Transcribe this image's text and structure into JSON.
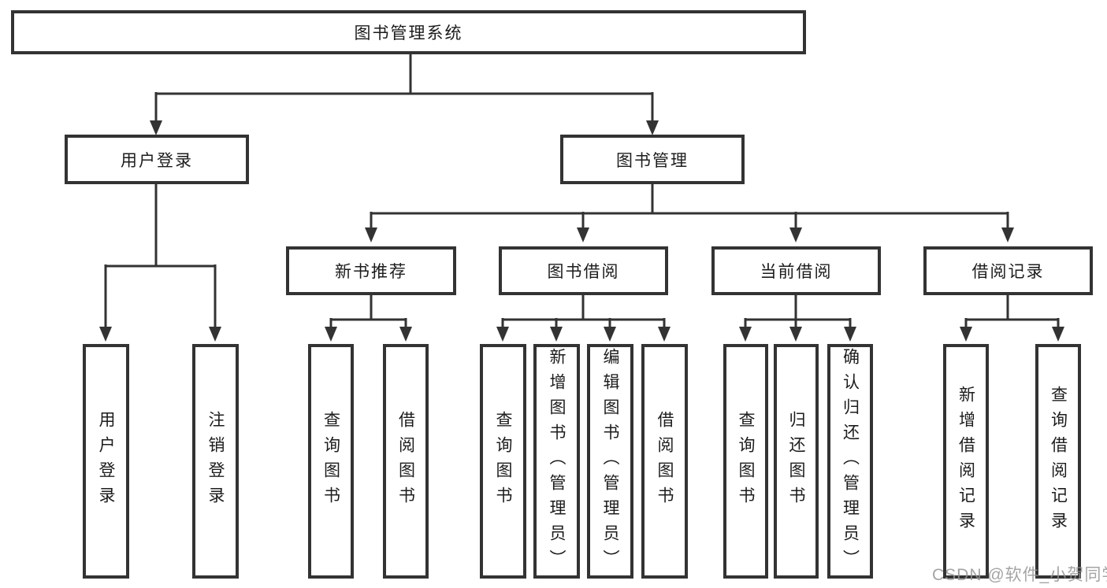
{
  "diagram_title": "图书管理系统",
  "colors": {
    "line": "#333333",
    "box_border": "#333333",
    "box_background": "#ffffff",
    "text": "#1c1c1c",
    "watermark": "#949494",
    "background": "#ffffff"
  },
  "tree": {
    "root": {
      "label": "图书管理系统"
    },
    "children": [
      {
        "label": "用户登录",
        "children": [
          {
            "label": "用户登录"
          },
          {
            "label": "注销登录"
          }
        ]
      },
      {
        "label": "图书管理",
        "children": [
          {
            "label": "新书推荐",
            "children": [
              {
                "label": "查询图书"
              },
              {
                "label": "借阅图书"
              }
            ]
          },
          {
            "label": "图书借阅",
            "children": [
              {
                "label": "查询图书"
              },
              {
                "label": "新增图书（管理员）"
              },
              {
                "label": "编辑图书（管理员）"
              },
              {
                "label": "借阅图书"
              }
            ]
          },
          {
            "label": "当前借阅",
            "children": [
              {
                "label": "查询图书"
              },
              {
                "label": "归还图书"
              },
              {
                "label": "确认归还（管理员）"
              }
            ]
          },
          {
            "label": "借阅记录",
            "children": [
              {
                "label": "新增借阅记录"
              },
              {
                "label": "查询借阅记录"
              }
            ]
          }
        ]
      }
    ]
  },
  "watermark": {
    "text": "CSDN @软件_小贺同学"
  }
}
